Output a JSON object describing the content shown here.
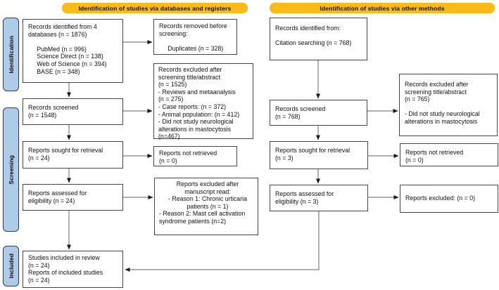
{
  "headers": {
    "databases": "Identification of studies via databases and registers",
    "other": "Identification of studies via other methods"
  },
  "stages": {
    "identification": "Identification",
    "screening": "Screening",
    "included": "Included"
  },
  "boxes": {
    "db_identified": "Records identified from 4\ndatabases (n = 1876)\n\n     PubMed (n = 996)\n     Science Direct (n = 138)\n     Web of Science (n = 394)\n     BASE (n = 348)",
    "removed_before": "Records removed before\nscreening:\n\n     Duplicates (n = 328)",
    "records_screened_db": "Records screened\n(n = 1548)",
    "excluded_screening_db": "Records excluded after\nscreening title/abstract\n(n = 1525)\n- Reviews and metaanalysis\n(n = 275)\n- Case reports: (n = 372)\n- Animal population: (n = 412)\n- Did not study neurological\nalterations in mastocytosis\n(n=467)",
    "sought_db": "Reports sought for retrieval\n(n = 24)",
    "not_retrieved_db": "Reports not retrieved\n(n = 0)",
    "assessed_db": "Reports assessed for\neligibility (n = 24)",
    "excluded_manuscript_centered": "Reports excluded after\nmanuscript read:\n- Reason 1: Chronic urticaria\npatients (n = 1)",
    "excluded_manuscript_left": "- Reason 2: Mast cell activation\nsyndrome patients (n=2)",
    "included_studies": "Studies included in review\n(n = 24)\nReports of included studies\n(n = 24)",
    "citation_identified": "Records identified from:\n\nCitation searching (n = 768)",
    "records_screened_other": "Records screened\n(n = 768)",
    "excluded_screening_other": "Records excluded after\nscreening title/abstract\n(n = 765)\n\n- Did not study neurological\nalterations in mastocytosis",
    "sought_other": "Reports sought for retrieval\n(n = 3)",
    "not_retrieved_other": "Reports not retrieved\n(n = 0)",
    "assessed_other": "Reports assessed for\neligibility (n = 3)",
    "excluded_other": "Reports excluded: (n = 0)"
  },
  "colors": {
    "header_bg": "#FBBA16",
    "stage_bg": "#AECBE9",
    "stage_border": "#2F3C4E",
    "box_border": "#454545",
    "connector": "#7F7F7F",
    "arrowhead": "#1A1A1A"
  }
}
